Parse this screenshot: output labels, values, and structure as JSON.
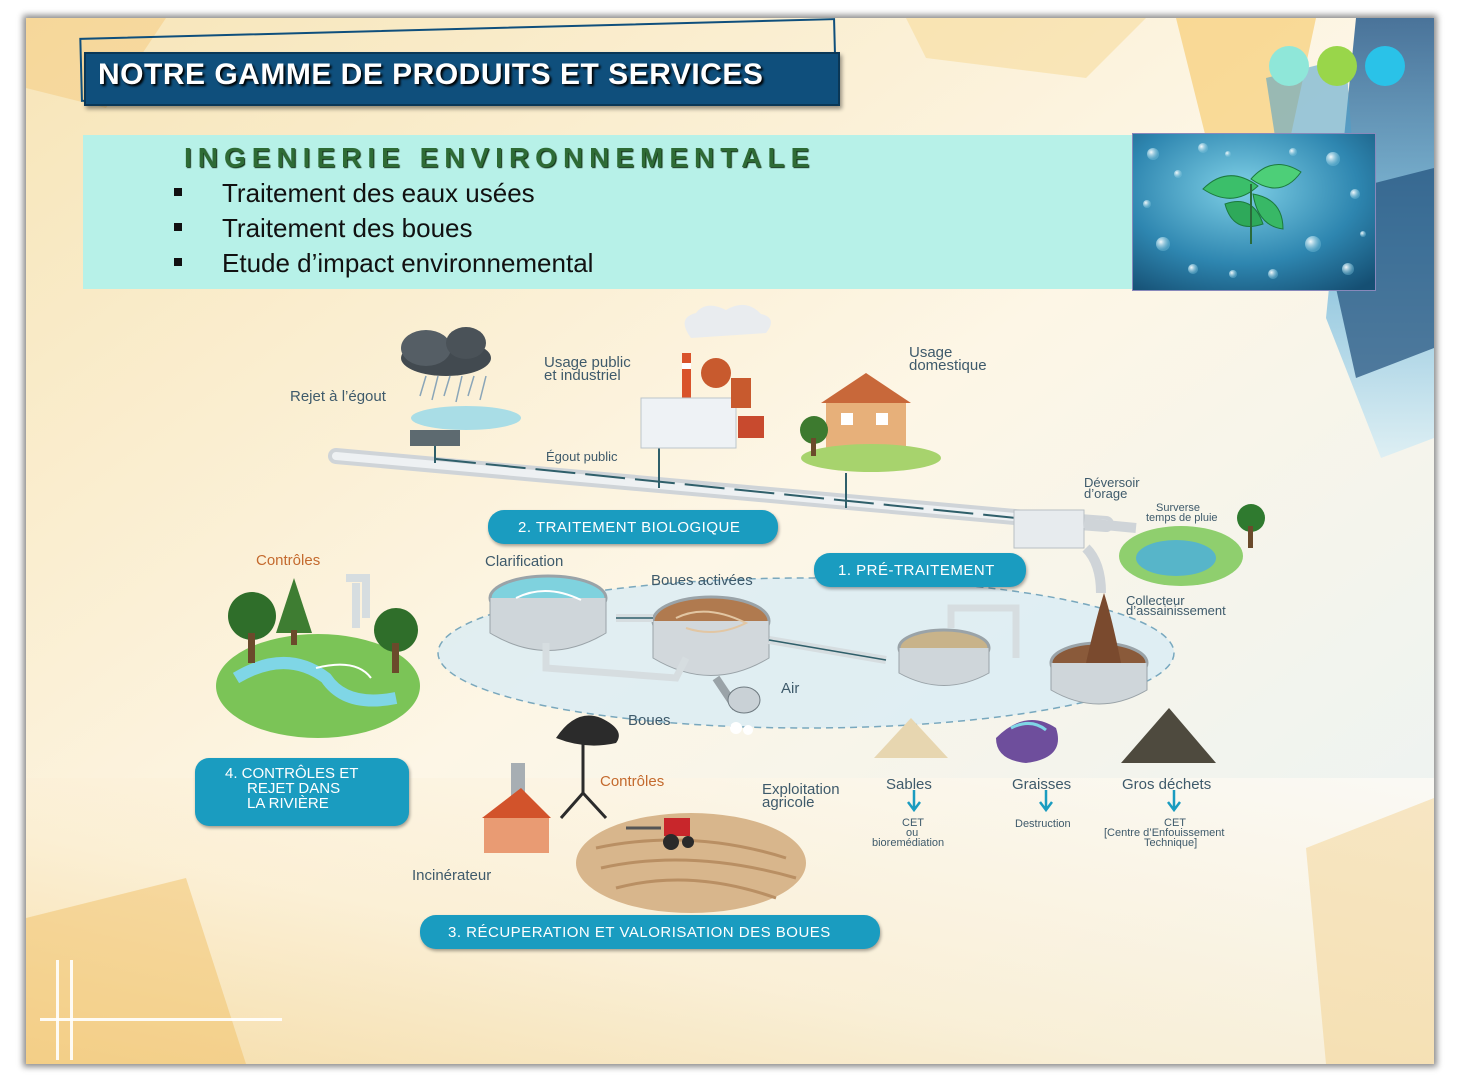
{
  "header": {
    "title": "NOTRE GAMME DE PRODUITS ET SERVICES",
    "dots": [
      "#8fe7d9",
      "#99d64a",
      "#2ac2e8"
    ]
  },
  "section": {
    "subtitle": "INGENIERIE ENVIRONNEMENTALE",
    "bullets": [
      "Traitement des eaux usées",
      "Traitement des boues",
      "Etude d’impact environnemental"
    ]
  },
  "diagram": {
    "labels": {
      "rejet_egout": "Rejet à l’égout",
      "usage_public_1": "Usage public",
      "usage_public_2": "et industriel",
      "usage_domestique_1": "Usage",
      "usage_domestique_2": "domestique",
      "egout_public": "Égout public",
      "deversoir_1": "Déversoir",
      "deversoir_2": "d’orage",
      "surverse_1": "Surverse",
      "surverse_2": "temps de pluie",
      "collecteur_1": "Collecteur",
      "collecteur_2": "d’assainissement",
      "clarification": "Clarification",
      "boues_activees": "Boues activées",
      "air": "Air",
      "boues": "Boues",
      "controles_1": "Contrôles",
      "controles_2": "Contrôles",
      "incinerateur": "Incinérateur",
      "exploitation_1": "Exploitation",
      "exploitation_2": "agricole",
      "sables": "Sables",
      "graisses": "Graisses",
      "gros_dechets": "Gros déchets",
      "cet_1a": "CET",
      "cet_1b": "ou",
      "cet_1c": "bioremédiation",
      "destruction": "Destruction",
      "cet_2a": "CET",
      "cet_2b": "[Centre d’Enfouissement",
      "cet_2c": "Technique]"
    },
    "steps": {
      "s1": "1. PRÉ-TRAITEMENT",
      "s2": "2. TRAITEMENT BIOLOGIQUE",
      "s3": "3. RÉCUPERATION ET VALORISATION DES BOUES",
      "s4_1": "4. CONTRÔLES ET",
      "s4_2": "REJET DANS",
      "s4_3": "LA RIVIÈRE"
    },
    "colors": {
      "pill": "#1a9cc0",
      "pipe": "#dfe3e6",
      "flow": "#2f5f6a",
      "water": "#bfe6ef"
    }
  }
}
